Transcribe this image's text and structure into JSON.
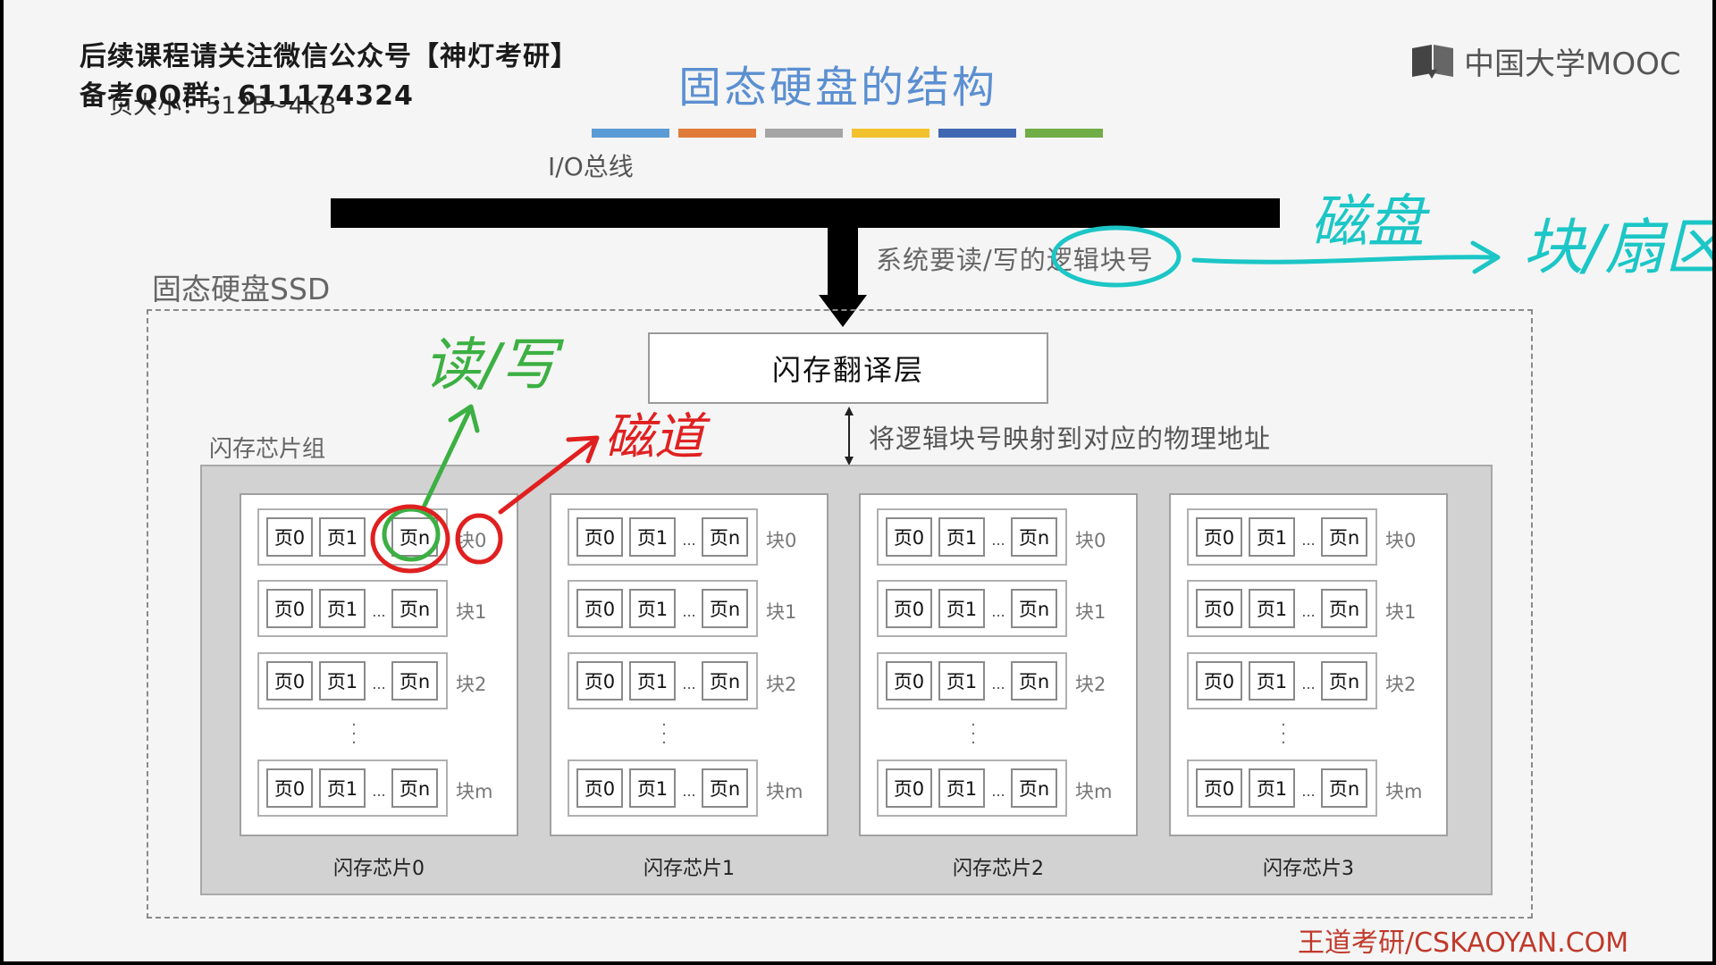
{
  "header": {
    "line1": "后续课程请关注微信公众号【神灯考研】",
    "line2": "备考QQ群：611174324",
    "ghost_text": "页大小：512B~4KB"
  },
  "title": "固态硬盘的结构",
  "brand": {
    "logo_text": "中国大学MOOC"
  },
  "color_bar": [
    "#5b9bd5",
    "#e07b39",
    "#a5a5a5",
    "#f2c12e",
    "#4267b2",
    "#70ad47"
  ],
  "io_bus": {
    "label": "I/O总线"
  },
  "request_text": "系统要读/写的逻辑块号",
  "ssd": {
    "label": "固态硬盘SSD",
    "ftl_label": "闪存翻译层",
    "map_text": "将逻辑块号映射到对应的物理地址",
    "group_label": "闪存芯片组",
    "chips": [
      {
        "label": "闪存芯片0",
        "blocks": [
          {
            "pages": [
              "页0",
              "页1",
              "页n"
            ],
            "dots": "",
            "label": "块0"
          },
          {
            "pages": [
              "页0",
              "页1",
              "页n"
            ],
            "dots": "...",
            "label": "块1"
          },
          {
            "pages": [
              "页0",
              "页1",
              "页n"
            ],
            "dots": "...",
            "label": "块2"
          },
          {
            "pages": [
              "页0",
              "页1",
              "页n"
            ],
            "dots": "...",
            "label": "块m"
          }
        ]
      },
      {
        "label": "闪存芯片1",
        "blocks": [
          {
            "pages": [
              "页0",
              "页1",
              "页n"
            ],
            "dots": "...",
            "label": "块0"
          },
          {
            "pages": [
              "页0",
              "页1",
              "页n"
            ],
            "dots": "...",
            "label": "块1"
          },
          {
            "pages": [
              "页0",
              "页1",
              "页n"
            ],
            "dots": "...",
            "label": "块2"
          },
          {
            "pages": [
              "页0",
              "页1",
              "页n"
            ],
            "dots": "...",
            "label": "块m"
          }
        ]
      },
      {
        "label": "闪存芯片2",
        "blocks": [
          {
            "pages": [
              "页0",
              "页1",
              "页n"
            ],
            "dots": "...",
            "label": "块0"
          },
          {
            "pages": [
              "页0",
              "页1",
              "页n"
            ],
            "dots": "...",
            "label": "块1"
          },
          {
            "pages": [
              "页0",
              "页1",
              "页n"
            ],
            "dots": "...",
            "label": "块2"
          },
          {
            "pages": [
              "页0",
              "页1",
              "页n"
            ],
            "dots": "...",
            "label": "块m"
          }
        ]
      },
      {
        "label": "闪存芯片3",
        "blocks": [
          {
            "pages": [
              "页0",
              "页1",
              "页n"
            ],
            "dots": "...",
            "label": "块0"
          },
          {
            "pages": [
              "页0",
              "页1",
              "页n"
            ],
            "dots": "...",
            "label": "块1"
          },
          {
            "pages": [
              "页0",
              "页1",
              "页n"
            ],
            "dots": "...",
            "label": "块2"
          },
          {
            "pages": [
              "页0",
              "页1",
              "页n"
            ],
            "dots": "...",
            "label": "块m"
          }
        ]
      }
    ]
  },
  "annotations": {
    "read_write": "读/写",
    "track": "磁道",
    "disk": "磁盘",
    "block_sector": "块/扇区",
    "green": "#3cb043",
    "red": "#e02020",
    "cyan": "#1cc6c6"
  },
  "footer": "王道考研/CSKAOYAN.COM"
}
